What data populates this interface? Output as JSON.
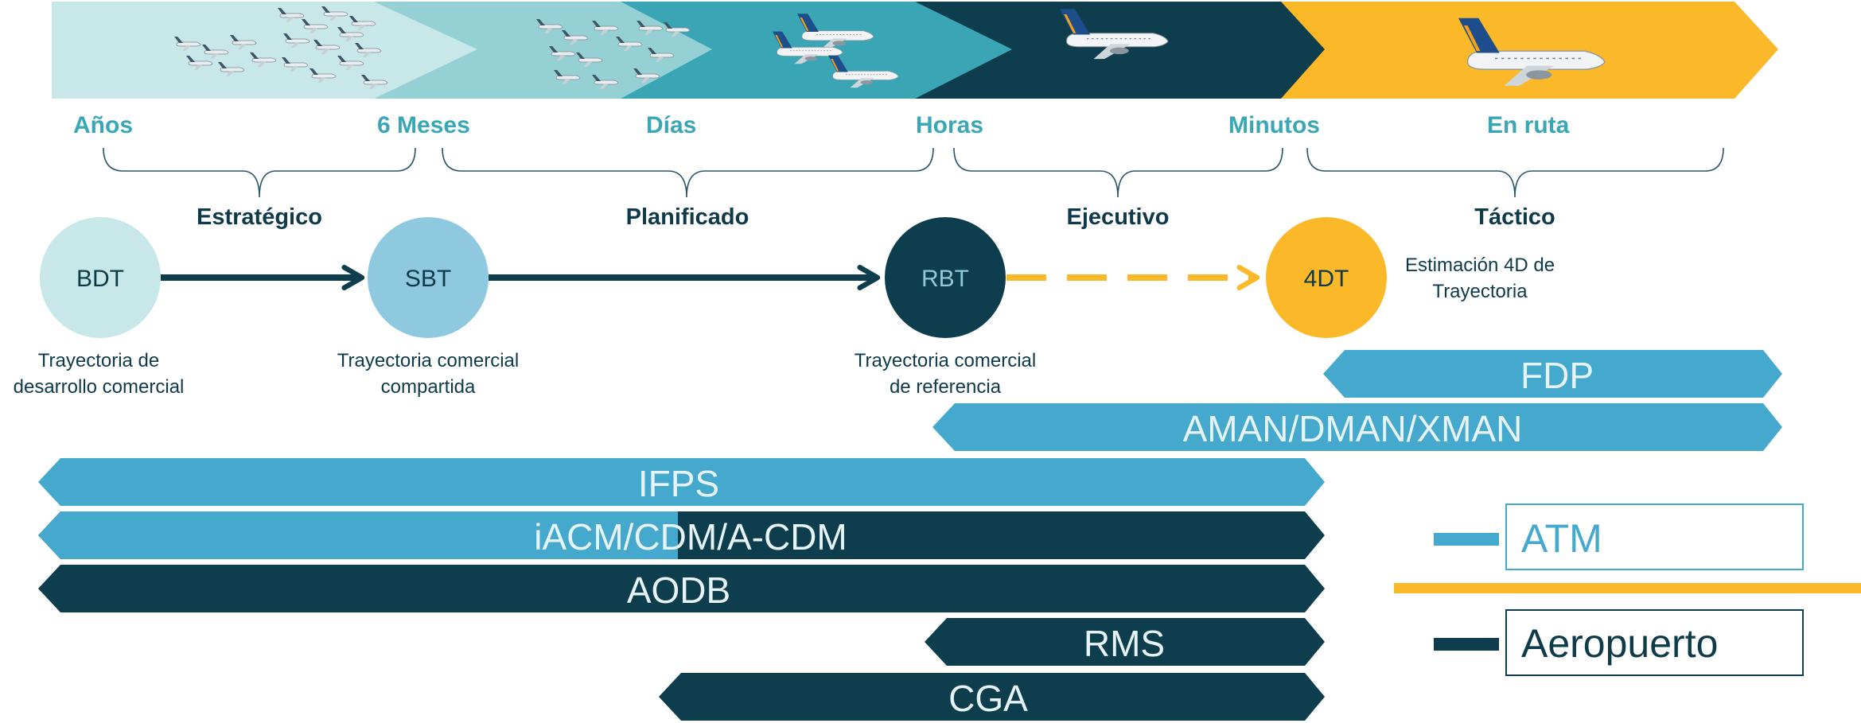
{
  "colors": {
    "atm": "#45a9cd",
    "aeropuerto": "#0e3d4d",
    "yellow": "#fbb829",
    "teal_text": "#3aa7b7",
    "dark_text": "#0e3a4a"
  },
  "timeline": [
    "Años",
    "6 Meses",
    "Días",
    "Horas",
    "Minutos",
    "En ruta"
  ],
  "phases": [
    "Estratégico",
    "Planificado",
    "Ejecutivo",
    "Táctico"
  ],
  "nodes": {
    "bdt": {
      "label": "BDT",
      "desc1": "Trayectoria de",
      "desc2": "desarrollo comercial"
    },
    "sbt": {
      "label": "SBT",
      "desc1": "Trayectoria comercial",
      "desc2": "compartida"
    },
    "rbt": {
      "label": "RBT",
      "desc1": "Trayectoria comercial",
      "desc2": "de referencia"
    },
    "fourdt": {
      "label": "4DT",
      "desc1": "Estimación 4D de",
      "desc2": "Trayectoria"
    }
  },
  "systems": {
    "fdp": "FDP",
    "aman": "AMAN/DMAN/XMAN",
    "ifps": "IFPS",
    "acdm": "iACM/CDM/A-CDM",
    "aodb": "AODB",
    "rms": "RMS",
    "cga": "CGA"
  },
  "legend": {
    "atm": "ATM",
    "aeropuerto": "Aeropuerto"
  }
}
